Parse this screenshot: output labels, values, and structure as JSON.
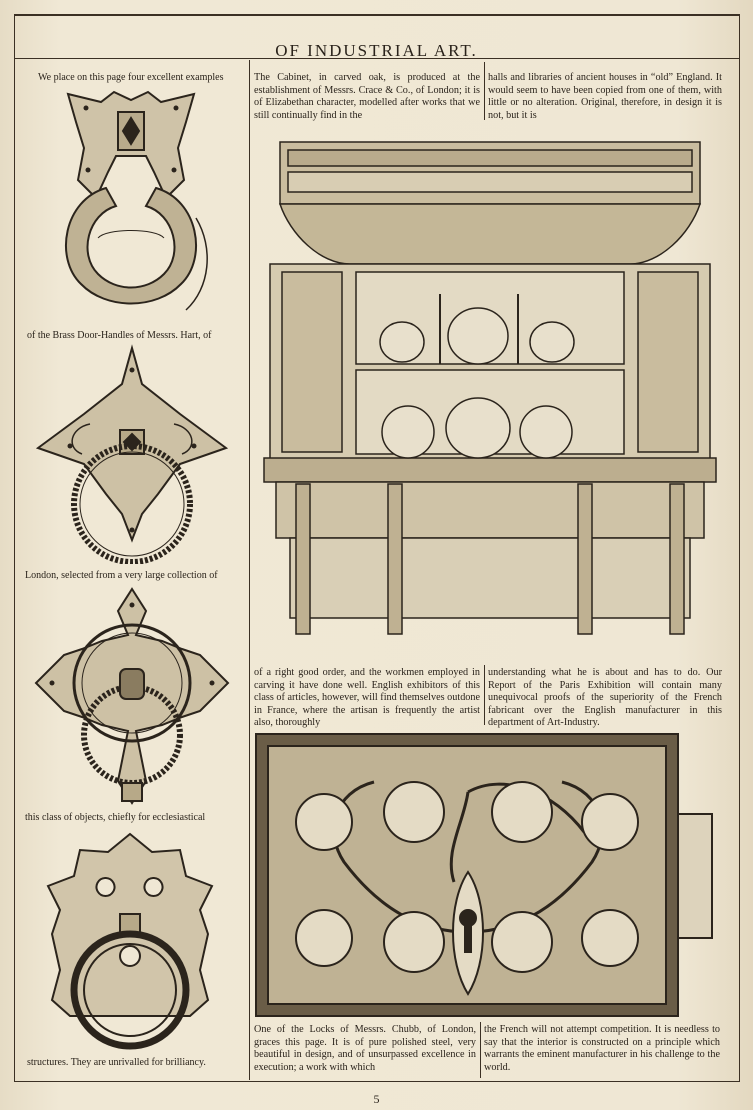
{
  "header": {
    "title": "OF INDUSTRIAL ART."
  },
  "left_column": {
    "captions": [
      "We place on this page four excellent examples",
      "of the Brass Door-Handles of Messrs. Hart, of",
      "London, selected from a very large collection of",
      "this class of objects, chiefly for ecclesiastical",
      "structures. They are unrivalled for brilliancy."
    ]
  },
  "cabinet_text": {
    "top_left": "The Cabinet, in carved oak, is produced at the establishment of Messrs. Crace & Co., of London; it is of Elizabethan character, modelled after works that we still continually find in the",
    "top_right": "halls and libraries of ancient houses in “old” England. It would seem to have been copied from one of them, with little or no alteration. Original, therefore, in design it is not, but it is",
    "mid_left": "of a right good order, and the workmen employed in carving it have done well. English exhibitors of this class of articles, however, will find themselves outdone in France, where the artisan is frequently the artist also, thoroughly",
    "mid_right": "understanding what he is about and has to do. Our Report of the Paris Exhibition will contain many unequivocal proofs of the superiority of the French fabricant over the English manufacturer in this department of Art-Industry."
  },
  "lock_text": {
    "left": "One of the Locks of Messrs. Chubb, of London, graces this page. It is of pure polished steel, very beautiful in design, and of unsurpassed excellence in execution; a work with which",
    "right": "the French will not attempt competition. It is needless to say that the interior is constructed on a principle which warrants the eminent manufacturer in his challenge to the world."
  },
  "folio": "5",
  "figures": {
    "door_handles": [
      "door-handle-1",
      "door-handle-2",
      "door-handle-3",
      "door-handle-4"
    ],
    "cabinet": "carved-oak-cabinet",
    "lock": "steel-lock"
  }
}
